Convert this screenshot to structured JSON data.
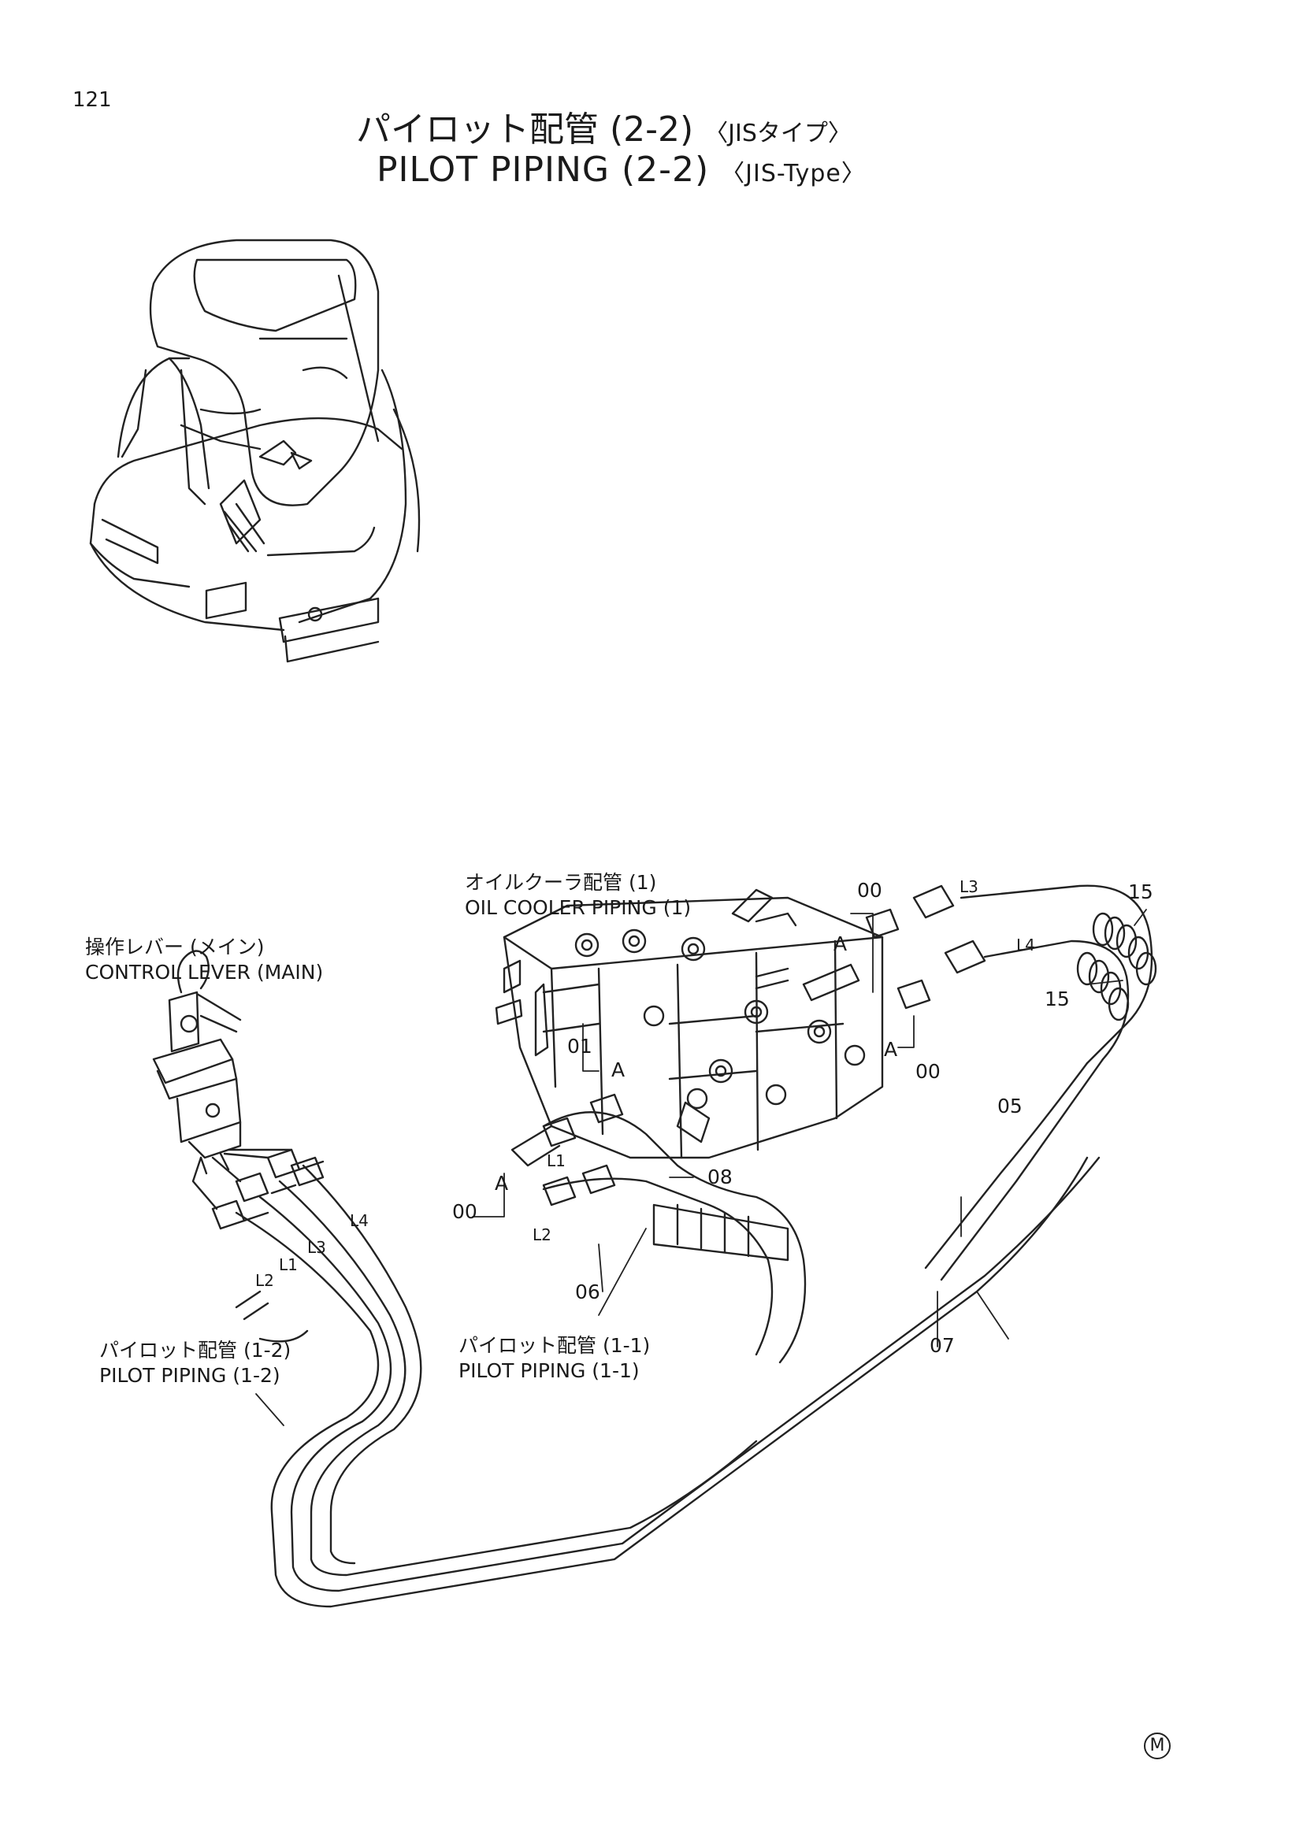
{
  "page_number": "121",
  "title": {
    "jp_main": "パイロット配管 (2-2)",
    "jp_sub": "〈JISタイプ〉",
    "en_main": "PILOT PIPING (2-2)",
    "en_sub": "〈JIS-Type〉"
  },
  "labels": {
    "oil_cooler_jp": "オイルクーラ配管 (1)",
    "oil_cooler_en": "OIL COOLER PIPING (1)",
    "control_lever_jp": "操作レバー (メイン)",
    "control_lever_en": "CONTROL LEVER (MAIN)",
    "pilot12_jp": "パイロット配管 (1-2)",
    "pilot12_en": "PILOT PIPING (1-2)",
    "pilot11_jp": "パイロット配管 (1-1)",
    "pilot11_en": "PILOT PIPING (1-1)"
  },
  "callouts": {
    "c00_top": "00",
    "c00_right": "00",
    "c00_left": "00",
    "c01": "01",
    "c05": "05",
    "c06": "06",
    "c07": "07",
    "c08": "08",
    "c15_top": "15",
    "c15_mid": "15",
    "A_top": "A",
    "A_mid": "A",
    "A_right": "A",
    "A_left": "A",
    "L1_valve": "L1",
    "L2_valve": "L2",
    "L3_valve": "L3",
    "L4_valve": "L4",
    "L1_lever": "L1",
    "L2_lever": "L2",
    "L3_lever": "L3",
    "L4_lever": "L4"
  },
  "corner_mark": "M"
}
